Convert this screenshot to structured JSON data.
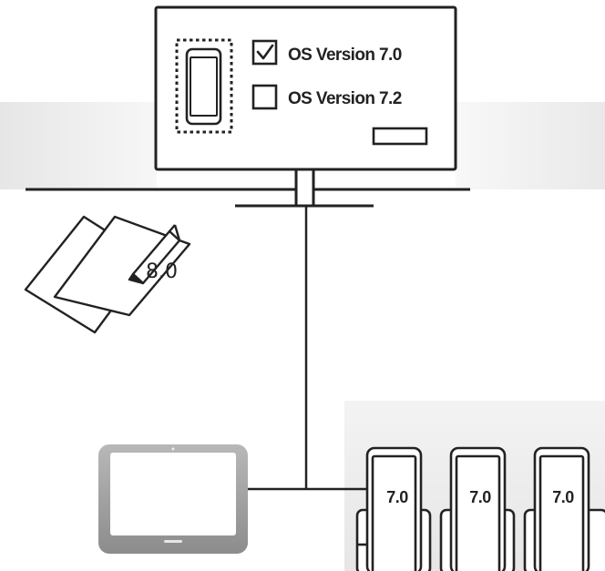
{
  "monitor": {
    "options": [
      {
        "label": "OS Version 7.0",
        "checked": true
      },
      {
        "label": "OS Version 7.2",
        "checked": false
      }
    ]
  },
  "notepad": {
    "label": "8.0"
  },
  "phones": [
    {
      "version": "7.0"
    },
    {
      "version": "7.0"
    },
    {
      "version": "7.0"
    }
  ],
  "colors": {
    "stroke": "#222222",
    "shade": "#ececec",
    "tablet_frame": "#9a9a9a"
  }
}
